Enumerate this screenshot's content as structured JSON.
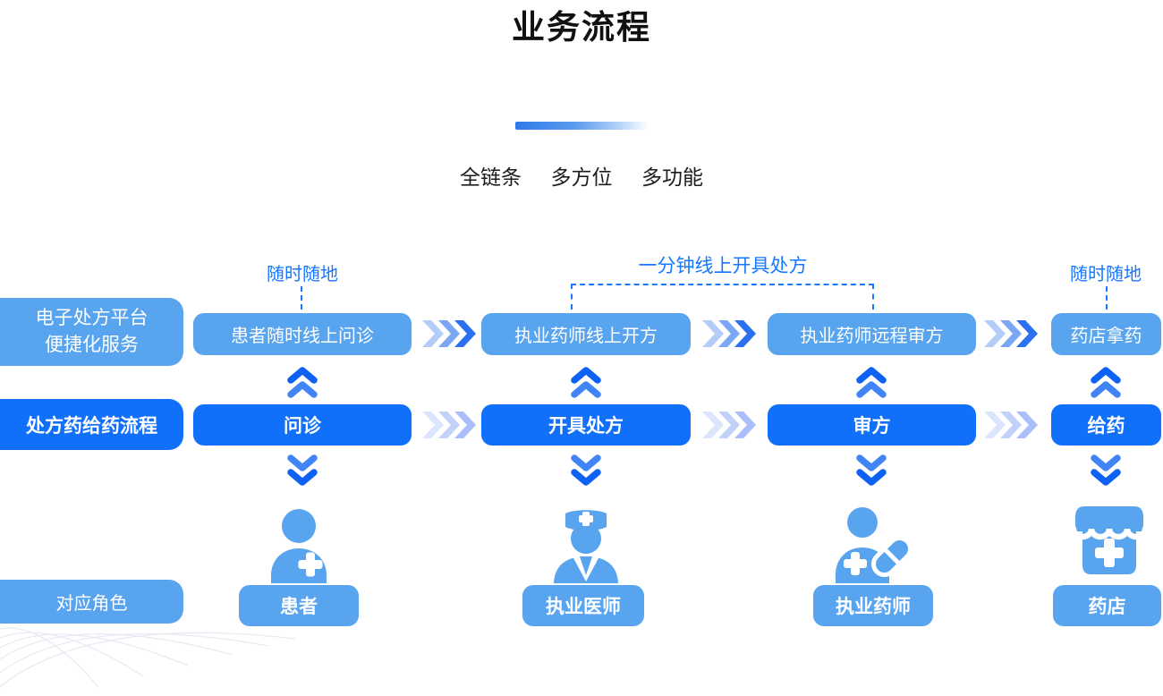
{
  "page": {
    "title": "业务流程",
    "subtitle": [
      "全链条",
      "多方位",
      "多功能"
    ]
  },
  "annotations": {
    "anytime_left": "随时随地",
    "one_minute": "一分钟线上开具处方",
    "anytime_right": "随时随地"
  },
  "platform_row": {
    "label": [
      "电子处方平台",
      "便捷化服务"
    ],
    "steps": [
      "患者随时线上问诊",
      "执业药师线上开方",
      "执业药师远程审方",
      "药店拿药"
    ]
  },
  "process_row": {
    "label": "处方药给药流程",
    "steps": [
      "问诊",
      "开具处方",
      "审方",
      "给药"
    ]
  },
  "roles_row": {
    "label": "对应角色",
    "roles": [
      {
        "icon": "patient-icon",
        "label": "患者"
      },
      {
        "icon": "doctor-icon",
        "label": "执业医师"
      },
      {
        "icon": "pharmacist-icon",
        "label": "执业药师"
      },
      {
        "icon": "pharmacy-store-icon",
        "label": "药店"
      }
    ]
  },
  "colors": {
    "accent_blue": "#1677ff",
    "light_box_blue": "#58a4ef",
    "bright_box_blue": "#1170f9",
    "title_underline": "#2e7ae9",
    "chevron_row1": [
      "#b3cdf8",
      "#7aa6f4",
      "#2b71ef"
    ],
    "chevron_row2": [
      "#dce5fc",
      "#c2d1fa",
      "#a9befa"
    ],
    "vertical_arrow_strong": "#0e62f3",
    "vertical_arrow_soft": "#4084f5"
  }
}
